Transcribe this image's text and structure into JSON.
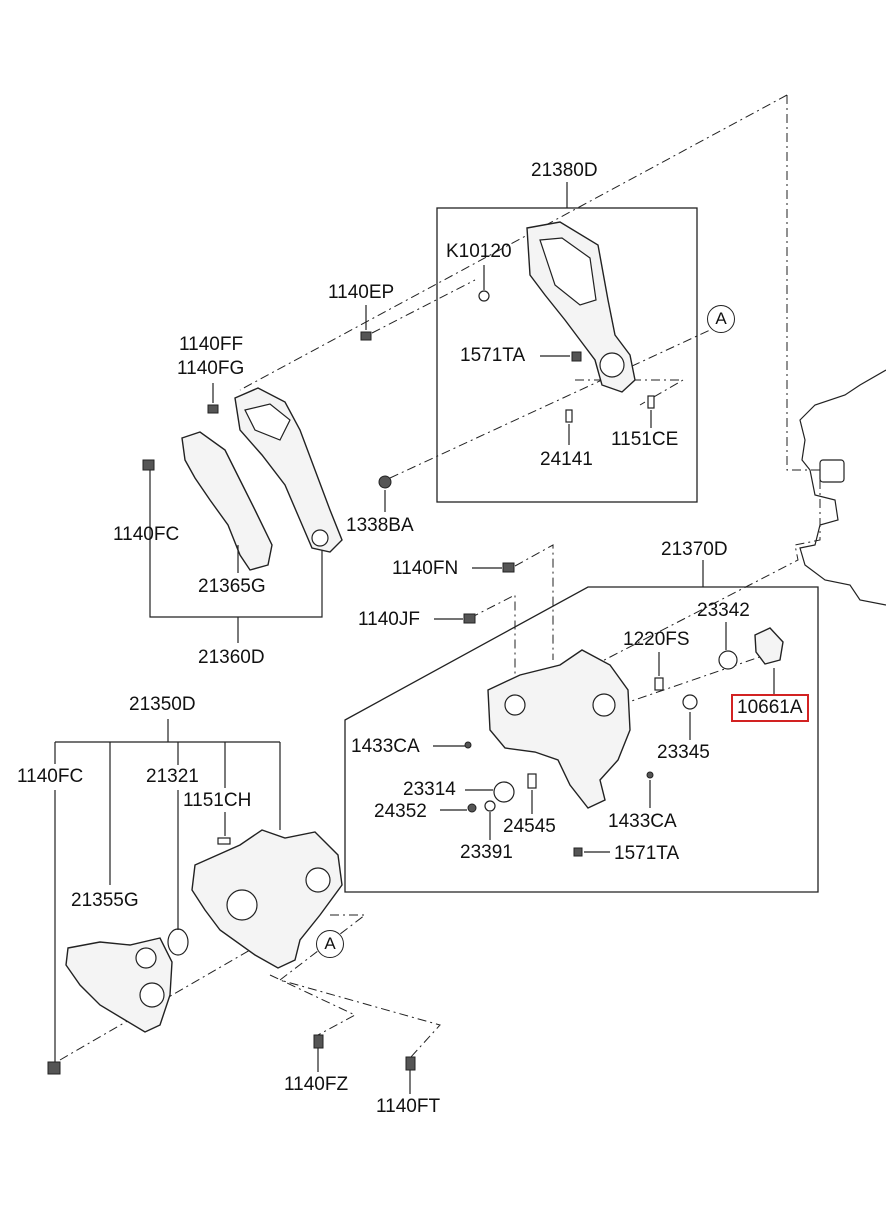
{
  "labels": {
    "p21380D": "21380D",
    "pK10120": "K10120",
    "p1140EP": "1140EP",
    "p1140FF": "1140FF",
    "p1140FG": "1140FG",
    "p1571TA_top": "1571TA",
    "p24141": "24141",
    "p1151CE": "1151CE",
    "p1338BA": "1338BA",
    "p1140FC_top": "1140FC",
    "p21365G": "21365G",
    "p21360D": "21360D",
    "p21370D": "21370D",
    "p1140FN": "1140FN",
    "p1140JF": "1140JF",
    "p23342": "23342",
    "p1220FS": "1220FS",
    "p10661A": "10661A",
    "p23345": "23345",
    "p1433CA_left": "1433CA",
    "p23314": "23314",
    "p24352": "24352",
    "p24545": "24545",
    "p1433CA_right": "1433CA",
    "p23391": "23391",
    "p1571TA_bottom": "1571TA",
    "p21350D": "21350D",
    "p1140FC_left": "1140FC",
    "p21321": "21321",
    "p1151CH": "1151CH",
    "p21355G": "21355G",
    "p1140FZ": "1140FZ",
    "p1140FT": "1140FT",
    "refA_top": "A",
    "refA_bottom": "A"
  },
  "highlight": {
    "part": "10661A",
    "color": "#d22222"
  }
}
